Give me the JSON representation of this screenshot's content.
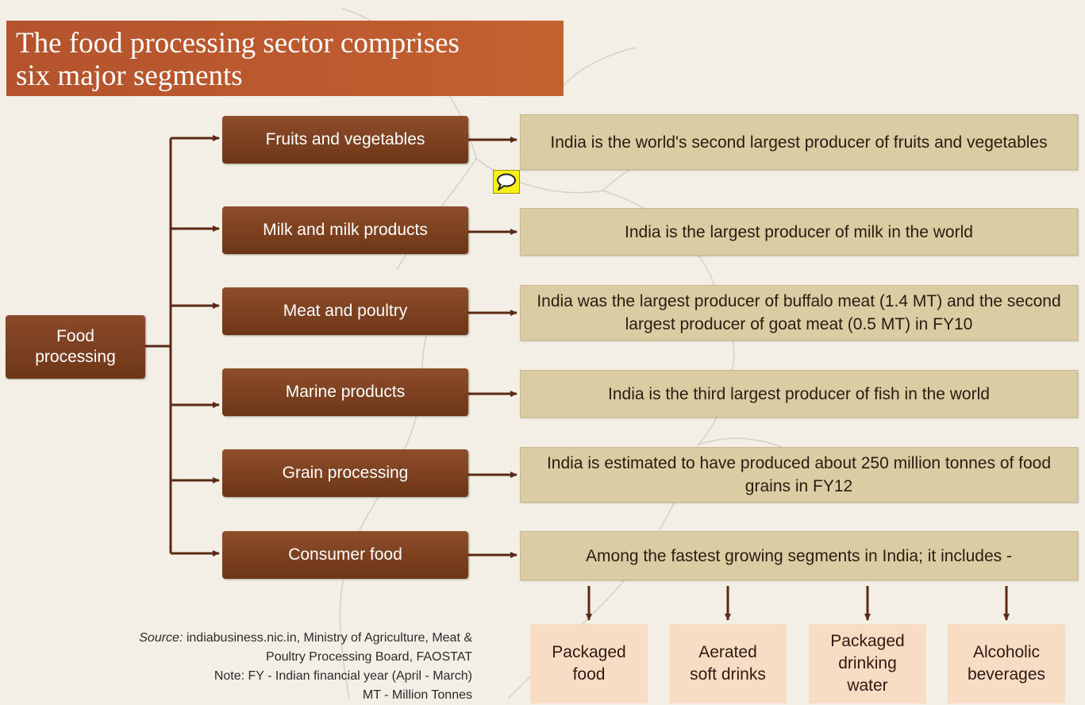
{
  "title": {
    "line1": "The food processing sector comprises",
    "line2": "six major segments"
  },
  "root": {
    "line1": "Food",
    "line2": "processing"
  },
  "segments": [
    {
      "label": "Fruits and vegetables",
      "fact": "India is the world's second largest producer of fruits and vegetables"
    },
    {
      "label": "Milk and milk products",
      "fact": "India is the largest producer of milk in the world"
    },
    {
      "label": "Meat and poultry",
      "fact": "India was the largest producer of buffalo meat (1.4 MT) and the second largest producer of goat meat (0.5 MT) in FY10"
    },
    {
      "label": "Marine products",
      "fact": "India is the third largest producer of fish in the world"
    },
    {
      "label": "Grain processing",
      "fact": "India is estimated to have produced about 250 million tonnes of food grains in FY12"
    },
    {
      "label": "Consumer food",
      "fact": "Among the fastest growing segments in India; it includes -"
    }
  ],
  "consumer_food_items": [
    "Packaged\nfood",
    "Aerated\nsoft drinks",
    "Packaged\ndrinking\nwater",
    "Alcoholic\nbeverages"
  ],
  "source": {
    "label": "Source:",
    "line1": "indiabusiness.nic.in, Ministry of Agriculture, Meat &",
    "line2": "Poultry Processing Board, FAOSTAT",
    "line3": "Note: FY - Indian financial year (April - March)",
    "line4": "MT - Million Tonnes"
  },
  "colors": {
    "title_bg": "#b4532d",
    "box_brown": "#7a3f1f",
    "fact_bg": "#dccca4",
    "sub_bg": "#f8dcc3",
    "connector": "#5a2a14"
  },
  "icons": {
    "comment": "comment-icon"
  }
}
